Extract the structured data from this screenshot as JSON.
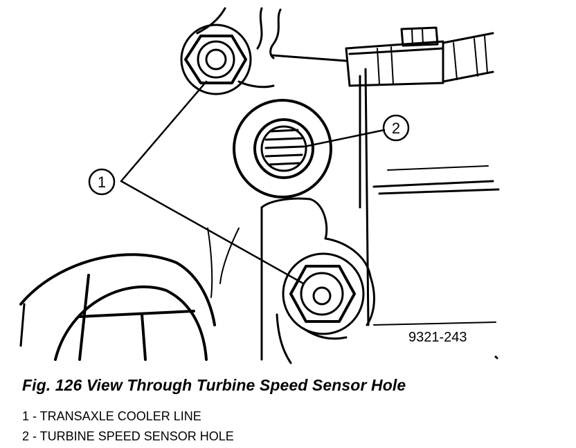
{
  "figure": {
    "caption": "Fig. 126 View Through Turbine Speed Sensor Hole",
    "figure_id": "9321-243"
  },
  "callouts": [
    {
      "number": "1",
      "label": "TRANSAXLE COOLER LINE"
    },
    {
      "number": "2",
      "label": "TURBINE SPEED SENSOR HOLE"
    }
  ],
  "legend": [
    "1 - TRANSAXLE COOLER LINE",
    "2 - TURBINE SPEED SENSOR HOLE"
  ],
  "colors": {
    "ink": "#000000",
    "paper": "#ffffff"
  }
}
